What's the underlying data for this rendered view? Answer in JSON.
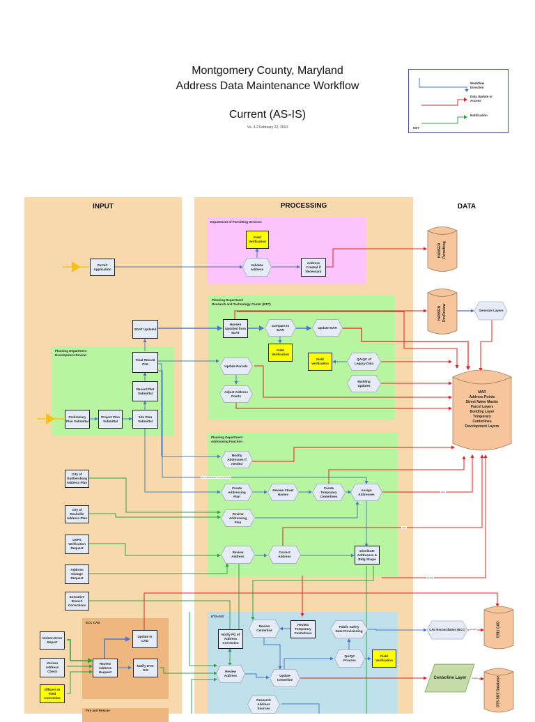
{
  "header": {
    "title_line1": "Montgomery County, Maryland",
    "title_line2": "Address Data Maintenance Workflow",
    "subtitle": "Current (AS-IS)",
    "version": "Vs. 3-2   February 22, 2010"
  },
  "key": {
    "label": "KEY",
    "items": [
      {
        "label": "Workflow Direction",
        "color": "#4a78c8"
      },
      {
        "label": "Data Update or Access",
        "color": "#e02020"
      },
      {
        "label": "Notification",
        "color": "#2ea040"
      }
    ]
  },
  "lanes": {
    "input": "INPUT",
    "processing": "PROCESSING",
    "data": "DATA"
  },
  "colors": {
    "lane": "#f8d9ac",
    "permitting_region": "#fcc4fc",
    "planning_region": "#b8f5a0",
    "dts_region": "#bde0ea",
    "ecc_region": "#edb77e",
    "node_fill": "#e6ecf7",
    "highlight": "#ffff00",
    "data_store": "#f7c59c",
    "centerline_layer": "#c5dba8",
    "workflow": "#4a78c8",
    "data_update": "#e02020",
    "notification": "#2ea040",
    "start_arrow": "#f6c21a"
  },
  "regions": {
    "permitting": "Department of Permitting Services",
    "rtc": "Planning Department\nResearch and Technology Center (RTC)",
    "dev_review": "Planning Department\nDevelopment Review",
    "addressing": "Planning Department\nAddressing Function",
    "ecc_cad": "ECC CAD",
    "dts_gis": "DTS-GIS",
    "fire_rescue": "Fire and Rescue"
  },
  "nodes": {
    "permit_application": "Permit Application",
    "field_verification": "Field Verification",
    "validate_address": "Validate Address",
    "address_created": "Address Created if Necessary",
    "sdat_updated": "SDAT Updated",
    "final_record_plat": "Final Record Plat",
    "record_plat_submittal": "Record Plat Submittal",
    "preliminary_plan": "Preliminary Plan Submittal",
    "project_plan": "Project Plan Submittal",
    "site_plan": "Site Plan Submittal",
    "hansen_updated": "Hansen Updated from SDAT",
    "compare_mar": "Compare to MAR",
    "update_mar": "Update MAR",
    "update_parcels": "Update Parcels",
    "adjust_points": "Adjust Address Points",
    "qaqc_legacy": "QA/QC of Legacy Data",
    "building_updates": "Building Updates",
    "modify_addresses": "Modify Addresses if needed",
    "create_addressing_plan": "Create Addressing Plan",
    "review_street_names": "Review Street Names",
    "create_temp_centerlines": "Create Temporary Centerlines",
    "assign_addresses": "Assign Addresses",
    "review_addressing_plan": "Review Addressing Plan",
    "review_address": "Review Address",
    "correct_address": "Correct Address",
    "distribute_addresses": "Distribute Addresses & Bldg Shape",
    "gaithersburg": "City of Gaithersburg Address Plan",
    "rockville": "City of Rockville Address Plan",
    "usps": "USPS Verification Request",
    "address_change": "Address Change Request",
    "executive_branch": "Executive Branch Corrections",
    "verizon_error": "Verizon Error Report",
    "verizon_check": "Verizon Address Check",
    "officers": "Officers In Field Correction",
    "review_address_request": "Review Address Request",
    "update_cad": "Update in CAD",
    "notify_dts": "Notify DTS-GIS",
    "notify_pd": "Notify PD of Address Correction",
    "review_centerline": "Review Centerline",
    "review_temp_centerlines": "Review Temporary Centerlines",
    "public_safety": "Public Safety Data Provisioning",
    "qaqc_process": "QA/QC Process",
    "dts_review_address": "Review Address",
    "update_centerline": "Update Centerline",
    "research_sources": "Research Address Sources",
    "generate_layers": "Generate Layers",
    "cad_reconciliation": "CAD Reconciliation (ECC)",
    "centerline_layer": "Centerline Layer"
  },
  "data_stores": {
    "hansen_permitting": "HANSEN Permitting",
    "hansen_devreview": "HANSEN DevReview",
    "mar": [
      "MAR",
      "Address Points",
      "Street Name Master",
      "Parcel Layers",
      "Building Layer",
      "Temporary",
      "Centerlines",
      "Development Layers"
    ],
    "e911_cad": "E911 CAD",
    "dts_sde": "DTS SDE Database"
  },
  "annotations": {
    "non_subdivision": "Non subdivision or Commercial",
    "daily": "daily",
    "weekly": "weekly"
  }
}
